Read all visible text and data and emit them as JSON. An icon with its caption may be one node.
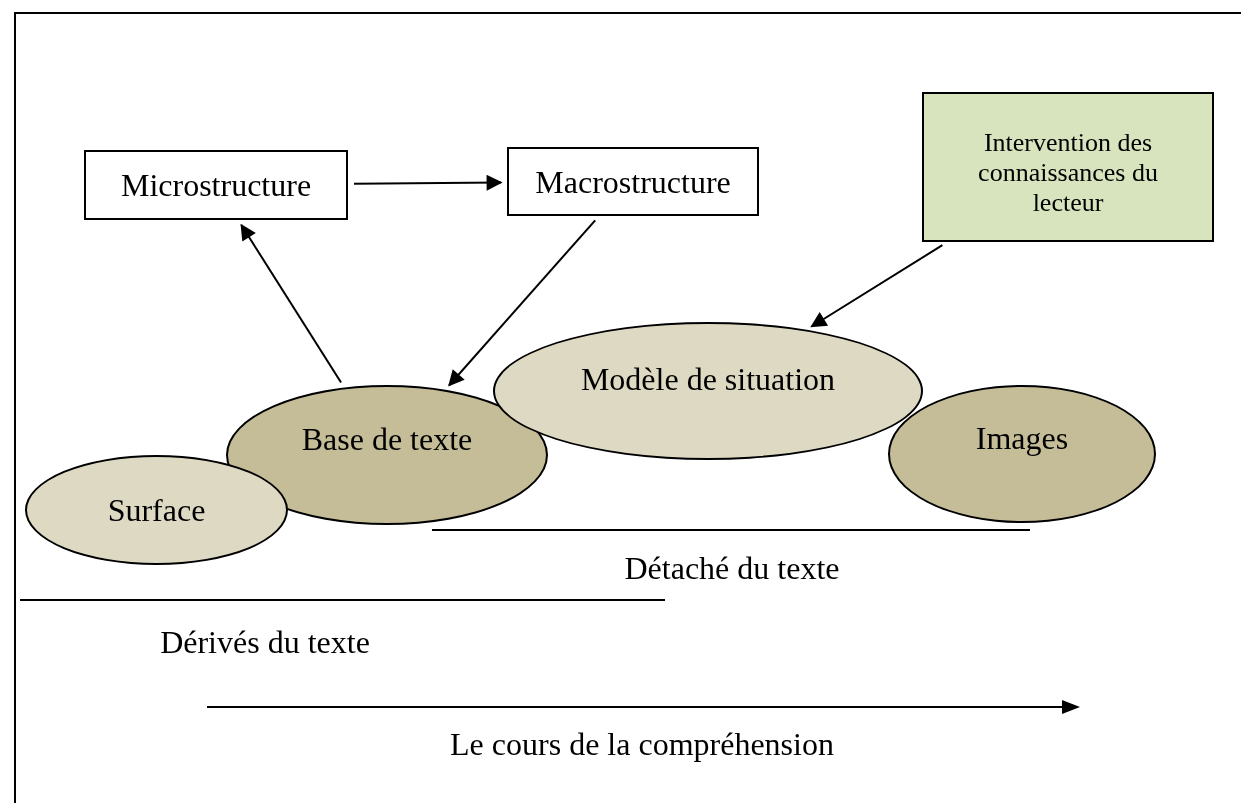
{
  "diagram": {
    "nodes": [
      {
        "text": [
          "Microstructure"
        ]
      },
      {
        "text": [
          "Macrostructure"
        ]
      },
      {
        "text": [
          "Intervention des connaissances du lecteur"
        ]
      },
      {
        "text": [
          "Modèle de situation"
        ]
      },
      {
        "text": [
          "Base de texte"
        ]
      },
      {
        "text": [
          "Images"
        ]
      },
      {
        "text": [
          "Surface"
        ]
      }
    ],
    "edges": [
      {
        "from": 0,
        "to": 1,
        "arrow": "to"
      },
      {
        "from": 4,
        "to": 0,
        "arrow": "to"
      },
      {
        "from": 1,
        "to": 4,
        "arrow": "to"
      },
      {
        "from": 2,
        "to": 3,
        "arrow": "to"
      }
    ],
    "labels": [
      "Détaché du texte",
      "Dérivés du texte",
      "Le cours de la compréhension"
    ]
  }
}
